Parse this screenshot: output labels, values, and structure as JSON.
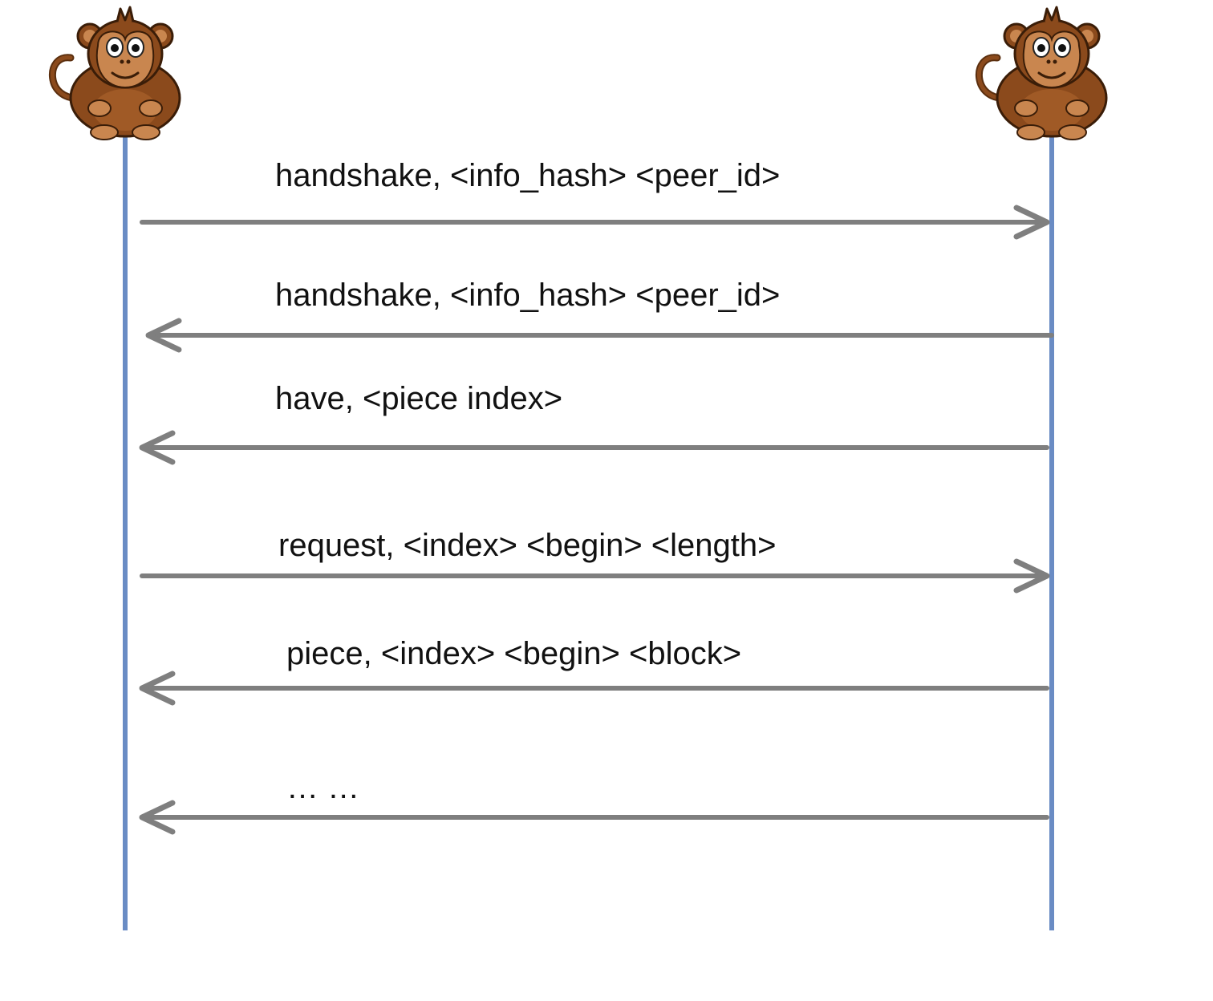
{
  "colors": {
    "lifeline": "#6a8cc4",
    "arrow": "#7f7f7f",
    "monkey_fur": "#8b4a1c",
    "monkey_dark": "#5a2e0e",
    "monkey_face": "#c9864f",
    "text": "#111111"
  },
  "participants": [
    {
      "icon": "monkey-icon"
    },
    {
      "icon": "monkey-icon"
    }
  ],
  "messages": [
    {
      "label": "handshake, <info_hash> <peer_id>",
      "direction": "right"
    },
    {
      "label": "handshake, <info_hash> <peer_id>",
      "direction": "left"
    },
    {
      "label": "have, <piece index>",
      "direction": "left"
    },
    {
      "label": "request, <index> <begin> <length>",
      "direction": "right"
    },
    {
      "label": "piece, <index> <begin> <block>",
      "direction": "left"
    },
    {
      "label": "… …",
      "direction": "left"
    }
  ]
}
